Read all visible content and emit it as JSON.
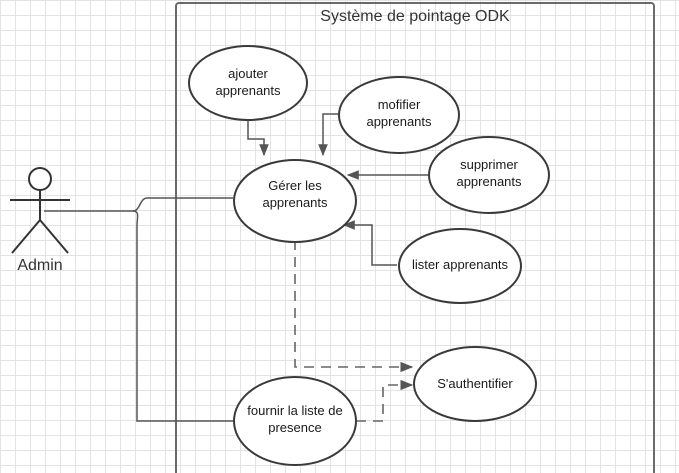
{
  "system": {
    "title": "Système de pointage ODK"
  },
  "actor": {
    "name": "Admin"
  },
  "use_cases": {
    "ajouter": [
      "ajouter",
      "apprenants"
    ],
    "modifier": [
      "mofifier",
      "apprenants"
    ],
    "supprimer": [
      "supprimer",
      "apprenants"
    ],
    "gerer": [
      "Gérer les",
      "apprenants"
    ],
    "lister": [
      "lister apprenants"
    ],
    "authentifier": [
      "S'authentifier"
    ],
    "fournir": [
      "fournir la liste de",
      "presence"
    ]
  },
  "colors": {
    "grid": "#e3e3e3",
    "stroke": "#3a3a3a",
    "background": "#ffffff"
  }
}
